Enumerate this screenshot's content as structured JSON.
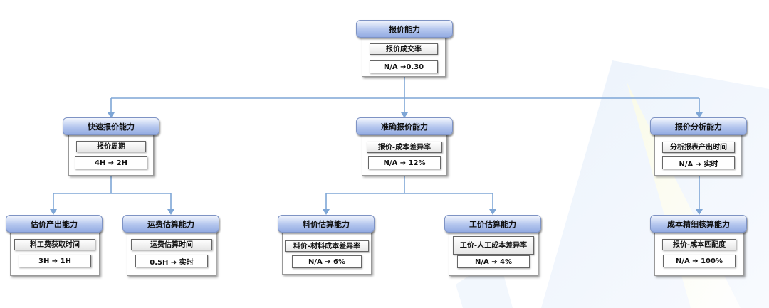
{
  "nodes": {
    "root": {
      "title": "报价能力",
      "metric": "报价成交率",
      "value": "N/A ➔0.30"
    },
    "fast": {
      "title": "快速报价能力",
      "metric": "报价周期",
      "value": "4H ➔ 2H"
    },
    "accurate": {
      "title": "准确报价能力",
      "metric": "报价-成本差异率",
      "value": "N/A ➔ 12%"
    },
    "analysis": {
      "title": "报价分析能力",
      "metric": "分析报表产出时间",
      "value": "N/A ➔ 实时"
    },
    "estimate_output": {
      "title": "估价产出能力",
      "metric": "料工费获取时间",
      "value": "3H ➔ 1H"
    },
    "freight": {
      "title": "运费估算能力",
      "metric": "运费估算时间",
      "value": "0.5H ➔ 实时"
    },
    "material": {
      "title": "料价估算能力",
      "metric": "料价-材料成本差异率",
      "value": "N/A ➔ 6%"
    },
    "labor": {
      "title": "工价估算能力",
      "metric": "工价-人工成本差异率",
      "value": "N/A ➔ 4%"
    },
    "cost_fine": {
      "title": "成本精细核算能力",
      "metric": "报价-成本匹配度",
      "value": "N/A ➔ 100%"
    }
  },
  "colors": {
    "connector": "#7ea6d6",
    "title_gradient_top": "#f3f6fd",
    "title_gradient_bottom": "#93abe2"
  }
}
